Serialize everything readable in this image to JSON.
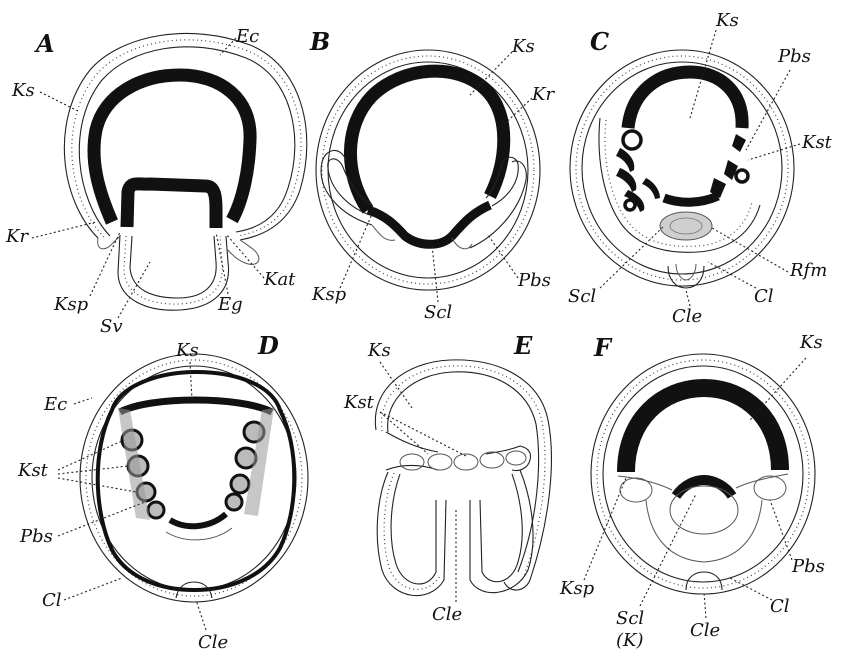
{
  "figure": {
    "panels": [
      {
        "letter": "A",
        "labels": [
          "Ec",
          "Ks",
          "Kr",
          "Ksp",
          "Sv",
          "Eg",
          "Kat"
        ]
      },
      {
        "letter": "B",
        "labels": [
          "Ks",
          "Kr",
          "Ksp",
          "Scl",
          "Pbs"
        ]
      },
      {
        "letter": "C",
        "labels": [
          "Ks",
          "Pbs",
          "Kst",
          "Rfm",
          "Scl",
          "Cle",
          "Cl"
        ]
      },
      {
        "letter": "D",
        "labels": [
          "Ks",
          "Ec",
          "Kst",
          "Pbs",
          "Cl",
          "Cle"
        ]
      },
      {
        "letter": "E",
        "labels": [
          "Ks",
          "Kst",
          "Cle"
        ]
      },
      {
        "letter": "F",
        "labels": [
          "Ks",
          "Ksp",
          "Scl",
          "(K)",
          "Cle",
          "Cl",
          "Pbs"
        ]
      }
    ]
  }
}
